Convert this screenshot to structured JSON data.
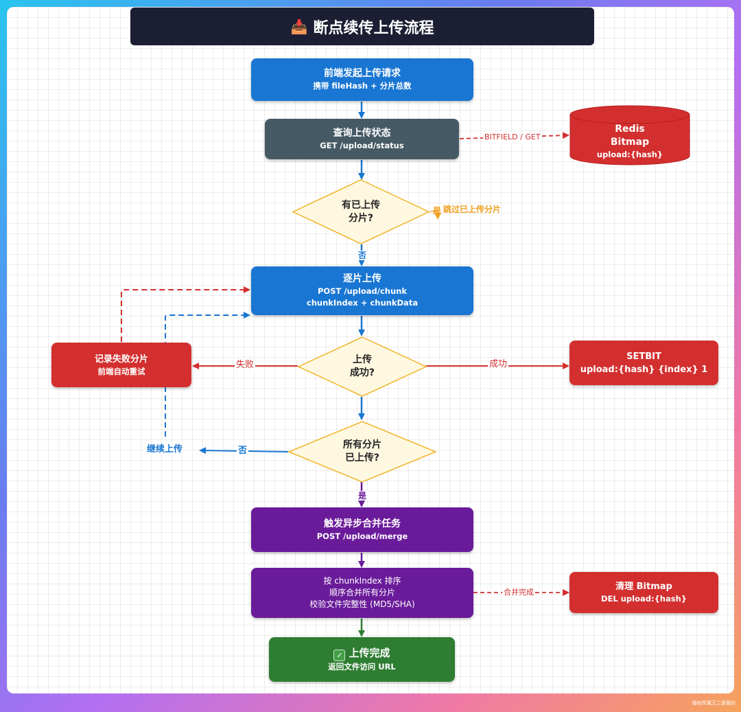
{
  "title": {
    "icon": "inbox-tray-icon",
    "text": "断点续传上传流程"
  },
  "nodes": {
    "start": {
      "line1": "前端发起上传请求",
      "line2": "携带 fileHash + 分片总数"
    },
    "query": {
      "line1": "查询上传状态",
      "line2": "GET /upload/status"
    },
    "redis": {
      "line1": "Redis",
      "line2": "Bitmap",
      "line3": "upload:{hash}"
    },
    "d1": {
      "line1": "有已上传",
      "line2": "分片?"
    },
    "chunk": {
      "line1": "逐片上传",
      "line2": "POST /upload/chunk",
      "line3": "chunkIndex + chunkData"
    },
    "d2": {
      "line1": "上传",
      "line2": "成功?"
    },
    "fail": {
      "line1": "记录失败分片",
      "line2": "前端自动重试"
    },
    "setbit": {
      "line1": "SETBIT",
      "line2": "upload:{hash} {index} 1"
    },
    "d3": {
      "line1": "所有分片",
      "line2": "已上传?"
    },
    "merge": {
      "line1": "触发异步合并任务",
      "line2": "POST /upload/merge"
    },
    "sort": {
      "line1": "按 chunkIndex 排序",
      "line2": "顺序合并所有分片",
      "line3": "校验文件完整性 (MD5/SHA)"
    },
    "clean": {
      "line1": "清理 Bitmap",
      "line2": "DEL upload:{hash}"
    },
    "done": {
      "icon": "check-mark-icon",
      "line1": "上传完成",
      "line2": "返回文件访问 URL"
    }
  },
  "edge_labels": {
    "bitfield": "BITFIELD / GET",
    "yes_skip": "是",
    "skip": "跳过已上传分片",
    "no1": "否",
    "fail": "失败",
    "success": "成功",
    "continue": "继续上传",
    "no2": "否",
    "yes2": "是",
    "merge_done": "合并完成"
  },
  "watermark": "版权所属王二是我的",
  "colors": {
    "blue": "#1976d2",
    "slate": "#455a64",
    "red": "#d32f2f",
    "purple": "#6a1b9a",
    "green": "#2e7d32",
    "decision_fill": "#fff8e1",
    "decision_stroke": "#f0b429",
    "title_bg": "#1c1e33"
  }
}
